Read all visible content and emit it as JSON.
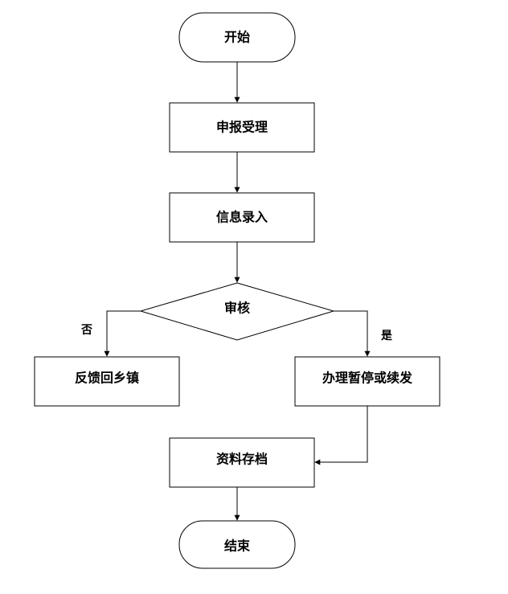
{
  "nodes": {
    "start": "开始",
    "report_accept": "申报受理",
    "info_entry": "信息录入",
    "review": "审核",
    "feedback": "反馈回乡镇",
    "process": "办理暂停或续发",
    "archive": "资料存档",
    "end": "结束"
  },
  "edge_labels": {
    "no": "否",
    "yes": "是"
  }
}
